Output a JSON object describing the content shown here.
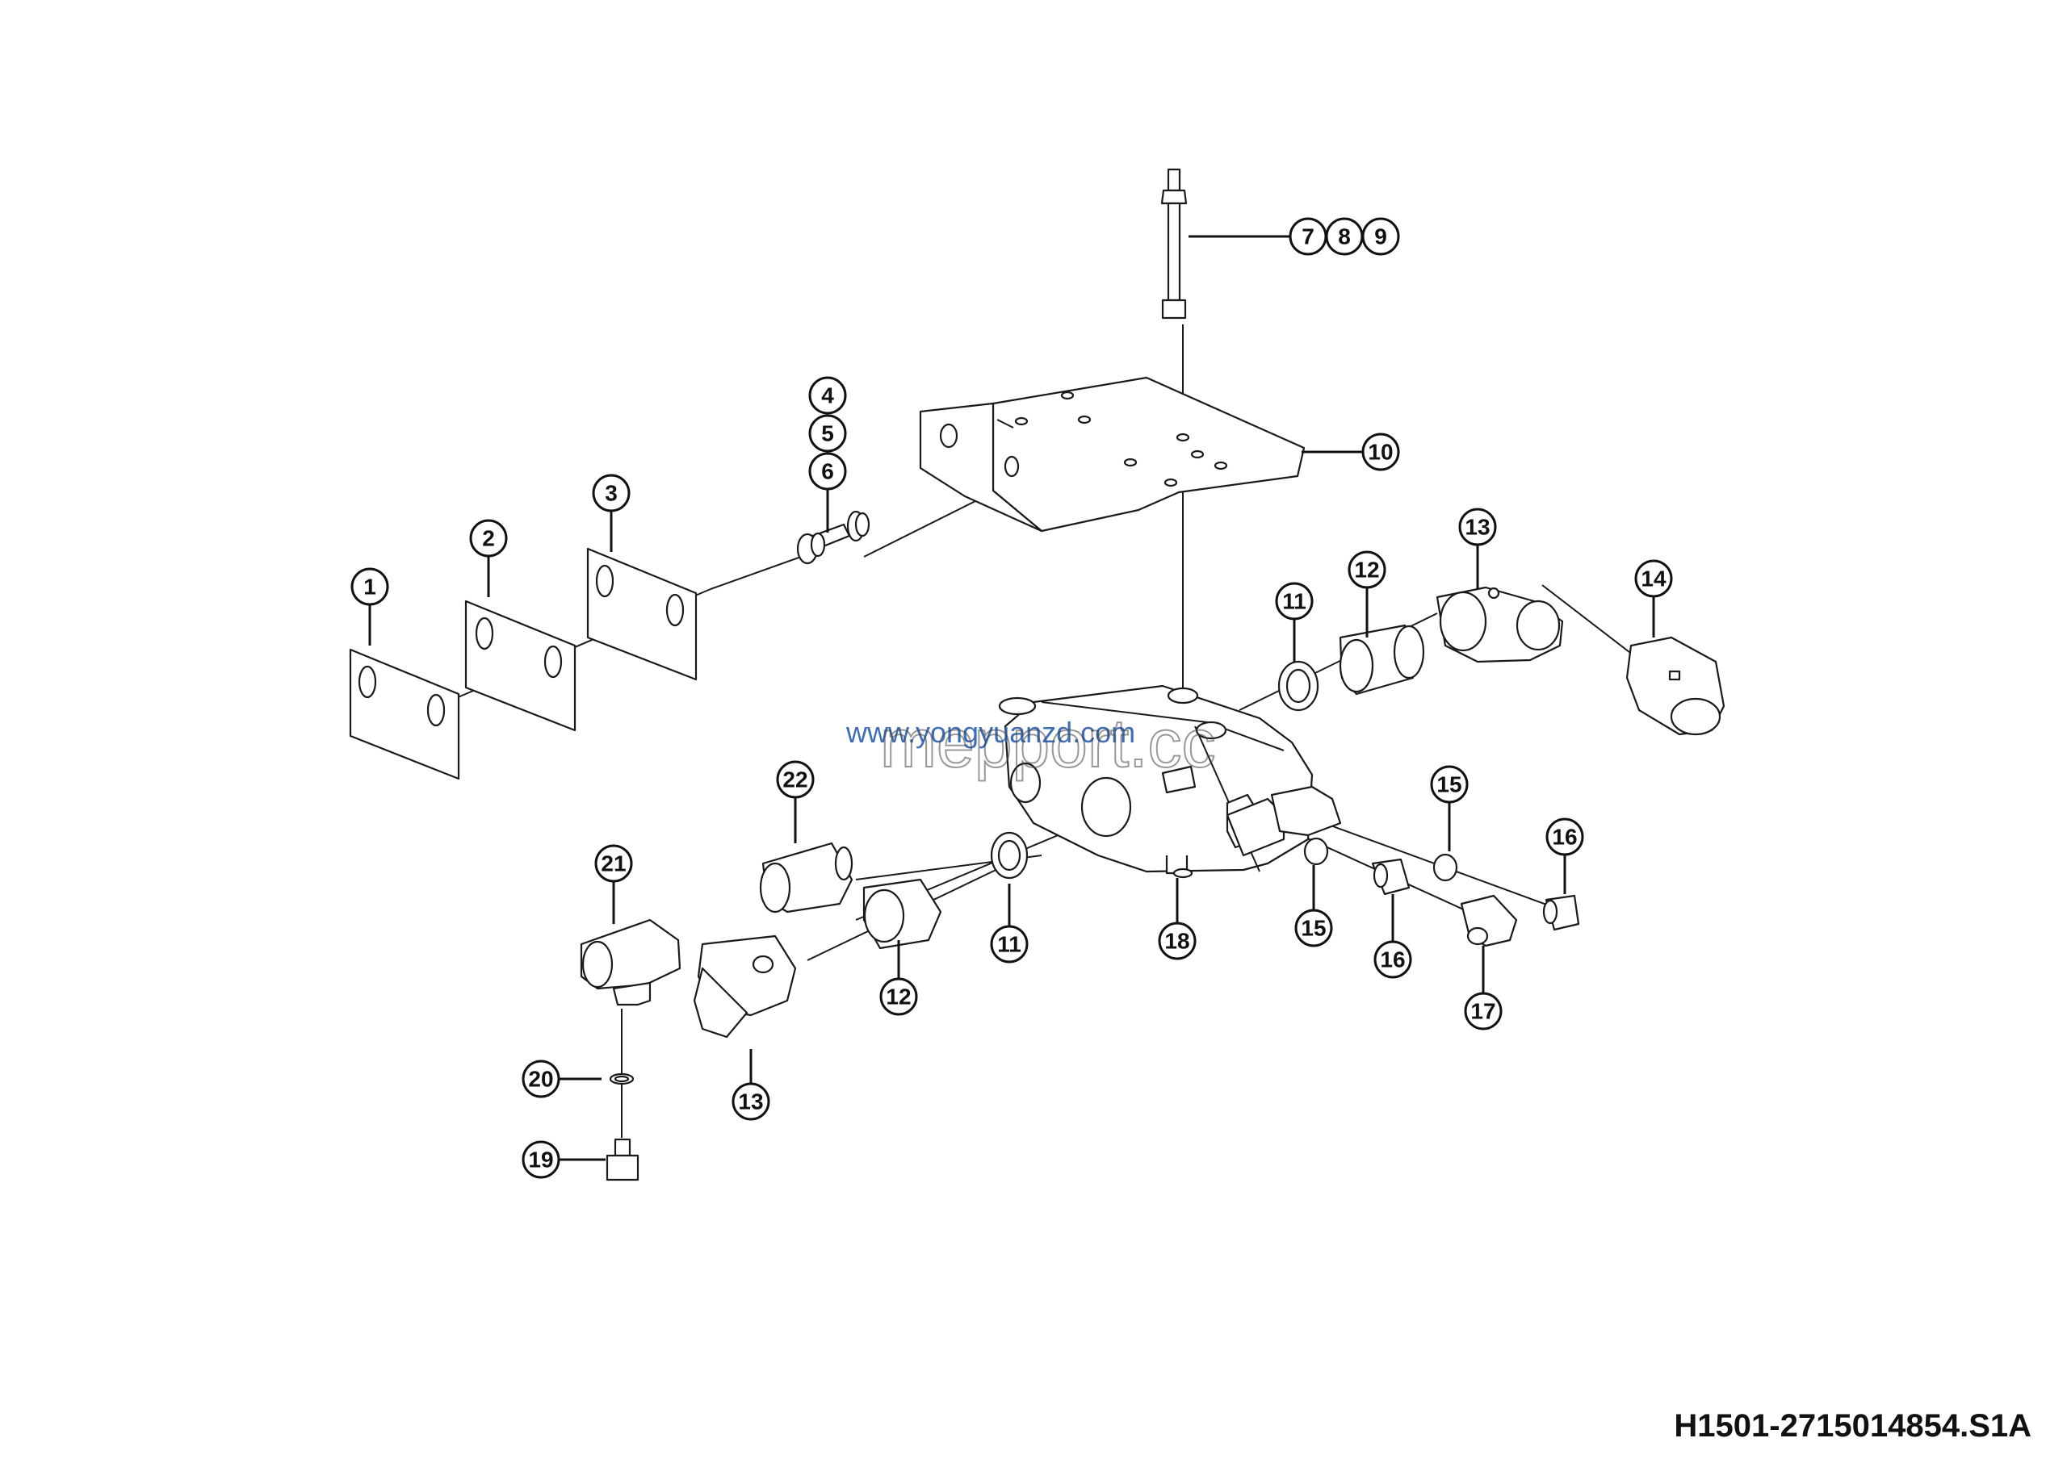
{
  "callouts": [
    {
      "id": "c1",
      "label": "1"
    },
    {
      "id": "c2",
      "label": "2"
    },
    {
      "id": "c3",
      "label": "3"
    },
    {
      "id": "c4",
      "label": "4"
    },
    {
      "id": "c5",
      "label": "5"
    },
    {
      "id": "c6",
      "label": "6"
    },
    {
      "id": "c7",
      "label": "7"
    },
    {
      "id": "c8",
      "label": "8"
    },
    {
      "id": "c9",
      "label": "9"
    },
    {
      "id": "c10",
      "label": "10"
    },
    {
      "id": "c11a",
      "label": "11"
    },
    {
      "id": "c12a",
      "label": "12"
    },
    {
      "id": "c13a",
      "label": "13"
    },
    {
      "id": "c14",
      "label": "14"
    },
    {
      "id": "c15a",
      "label": "15"
    },
    {
      "id": "c16a",
      "label": "16"
    },
    {
      "id": "c15b",
      "label": "15"
    },
    {
      "id": "c16b",
      "label": "16"
    },
    {
      "id": "c17",
      "label": "17"
    },
    {
      "id": "c18",
      "label": "18"
    },
    {
      "id": "c11b",
      "label": "11"
    },
    {
      "id": "c12b",
      "label": "12"
    },
    {
      "id": "c13b",
      "label": "13"
    },
    {
      "id": "c21",
      "label": "21"
    },
    {
      "id": "c22",
      "label": "22"
    },
    {
      "id": "c20",
      "label": "20"
    },
    {
      "id": "c19",
      "label": "19"
    }
  ],
  "watermark": {
    "url": "www.yongyuanzd.com",
    "overlay": "mepport.cc"
  },
  "drawing_code": "H1501-2715014854.S1A"
}
